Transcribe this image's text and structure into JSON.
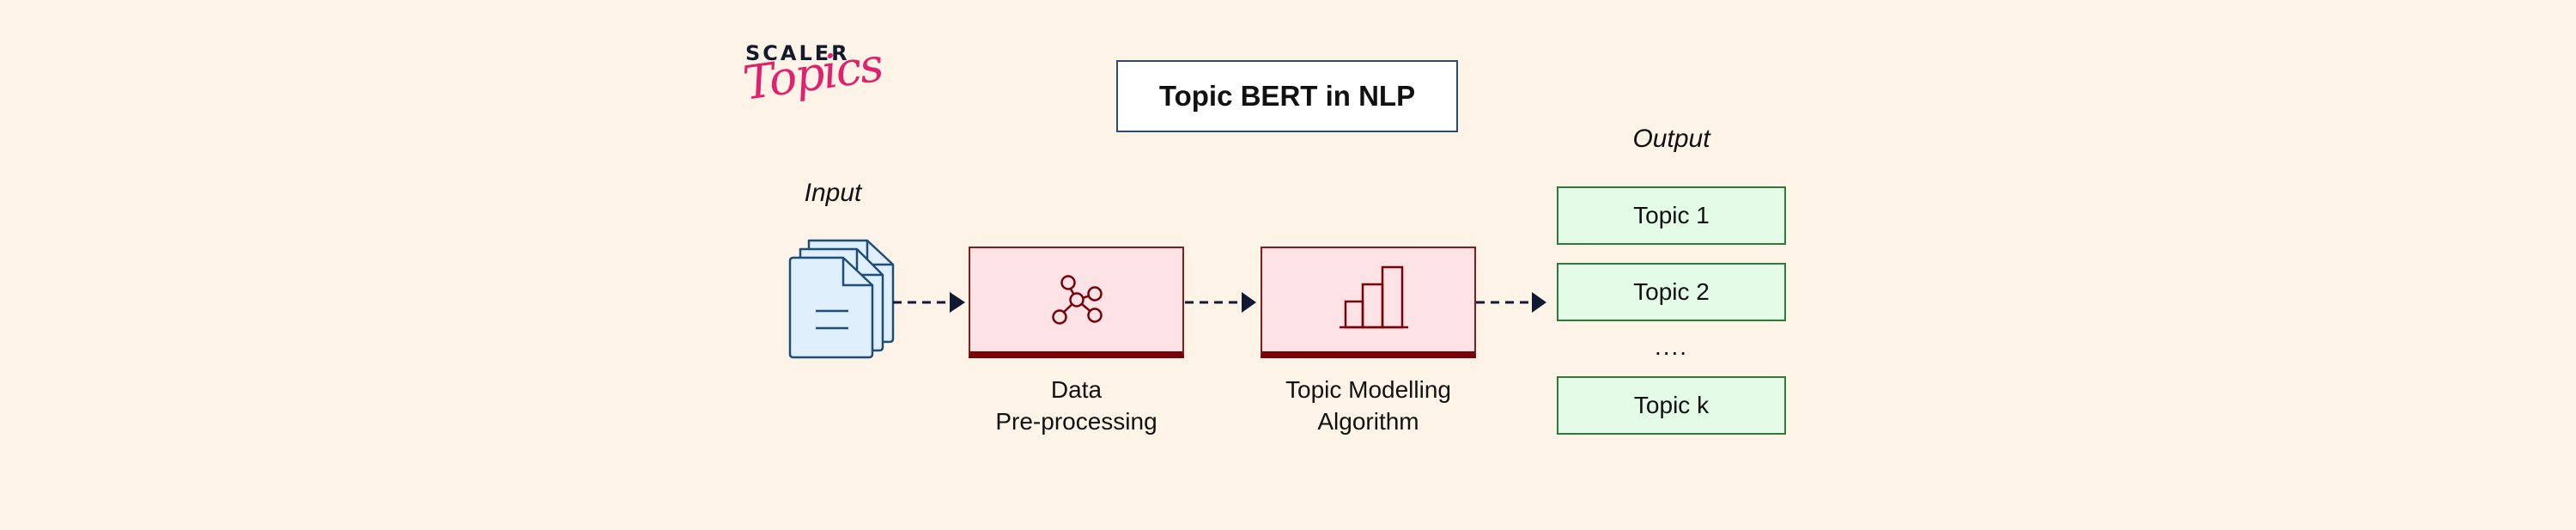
{
  "logo": {
    "brand": "SCALER",
    "sub": "Topics",
    "brand_color": "#141a2e",
    "sub_color": "#e0226e"
  },
  "title": "Topic BERT in NLP",
  "labels": {
    "input": "Input",
    "output": "Output"
  },
  "steps": [
    {
      "label_line1": "Data",
      "label_line2": "Pre-processing",
      "icon": "network-graph-icon"
    },
    {
      "label_line1": "Topic Modelling",
      "label_line2": "Algorithm",
      "icon": "bar-chart-icon"
    }
  ],
  "topics": [
    "Topic 1",
    "Topic 2",
    "Topic k"
  ],
  "ellipsis": "....",
  "colors": {
    "background": "#fdf3e6",
    "process_fill": "#fde3e6",
    "process_border": "#8b1a1a",
    "process_bar": "#7a0008",
    "topic_fill": "#e4fbe8",
    "topic_border": "#2e7a3c",
    "doc_fill": "#dfeffc",
    "doc_stroke": "#1f4e7a",
    "arrow": "#0f1a33"
  }
}
